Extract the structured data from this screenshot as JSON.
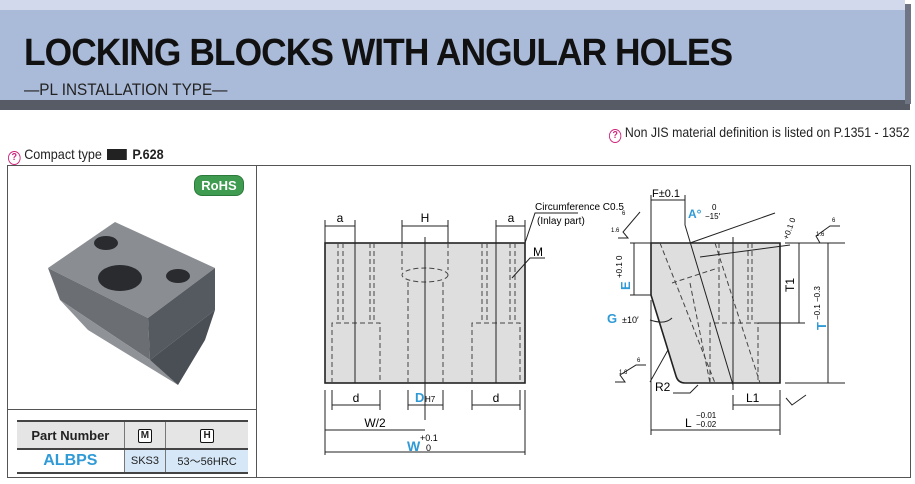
{
  "header": {
    "title": "LOCKING BLOCKS WITH ANGULAR HOLES",
    "subtitle": "—PL INSTALLATION TYPE—"
  },
  "notes": {
    "material_note": "Non JIS material definition is listed on P.1351 - 1352",
    "compact_label": "Compact type",
    "compact_page": "P.628",
    "icon": "pin-icon"
  },
  "badge": {
    "label": "RoHS",
    "color": "#3e9b4f"
  },
  "table": {
    "headers": [
      "Part Number",
      "M",
      "H"
    ],
    "rows": [
      [
        "ALBPS",
        "SKS3",
        "53〜56HRC"
      ]
    ],
    "part_color": "#2f9ad6"
  },
  "drawing": {
    "front": {
      "a_left": "a",
      "H": "H",
      "a_right": "a",
      "chamfer": "Circumference C0.5",
      "inlay": "(Inlay part)",
      "M": "M",
      "d_left": "d",
      "D": "D",
      "D_tol": "H7",
      "d_right": "d",
      "W_half": "W/2",
      "W": "W",
      "W_tol_upper": "+0.1",
      "W_tol_lower": "0"
    },
    "side": {
      "F": "F±0.1",
      "A": "A°",
      "A_tol_upper": "0",
      "A_tol_lower": "−15′",
      "gap": "+0.1 0",
      "E": "E",
      "E_tol": "+0.1 0",
      "G": "G",
      "G_tol": "±10′",
      "T1": "T1",
      "T": "T",
      "T_tol": "−0.1 −0.3",
      "R2": "R2",
      "L1": "L1",
      "L": "L",
      "L_tol_upper": "−0.01",
      "L_tol_lower": "−0.02",
      "rough_a": "1.6",
      "rough_b": "6"
    },
    "accent": "#2f9ad6"
  }
}
